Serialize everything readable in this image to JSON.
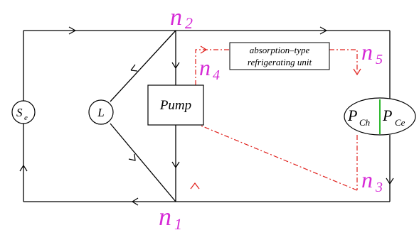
{
  "nodes": {
    "n1": {
      "letter": "n",
      "sub": "1"
    },
    "n2": {
      "letter": "n",
      "sub": "2"
    },
    "n3": {
      "letter": "n",
      "sub": "3"
    },
    "n4": {
      "letter": "n",
      "sub": "4"
    },
    "n5": {
      "letter": "n",
      "sub": "5"
    }
  },
  "components": {
    "source": {
      "letter": "S",
      "sub": "e"
    },
    "load": {
      "label": "L"
    },
    "pump": {
      "label": "Pump"
    },
    "absorption_unit": {
      "line1": "absorption–type",
      "line2": "refrigerating unit"
    },
    "chiller": {
      "left_letter": "P",
      "left_sub": "Ch",
      "right_letter": "P",
      "right_sub": "Ce"
    }
  },
  "colors": {
    "edge": "#000000",
    "node_label": "#d62ad6",
    "dashed_path": "#e0201c",
    "divider": "#2eb82e"
  }
}
